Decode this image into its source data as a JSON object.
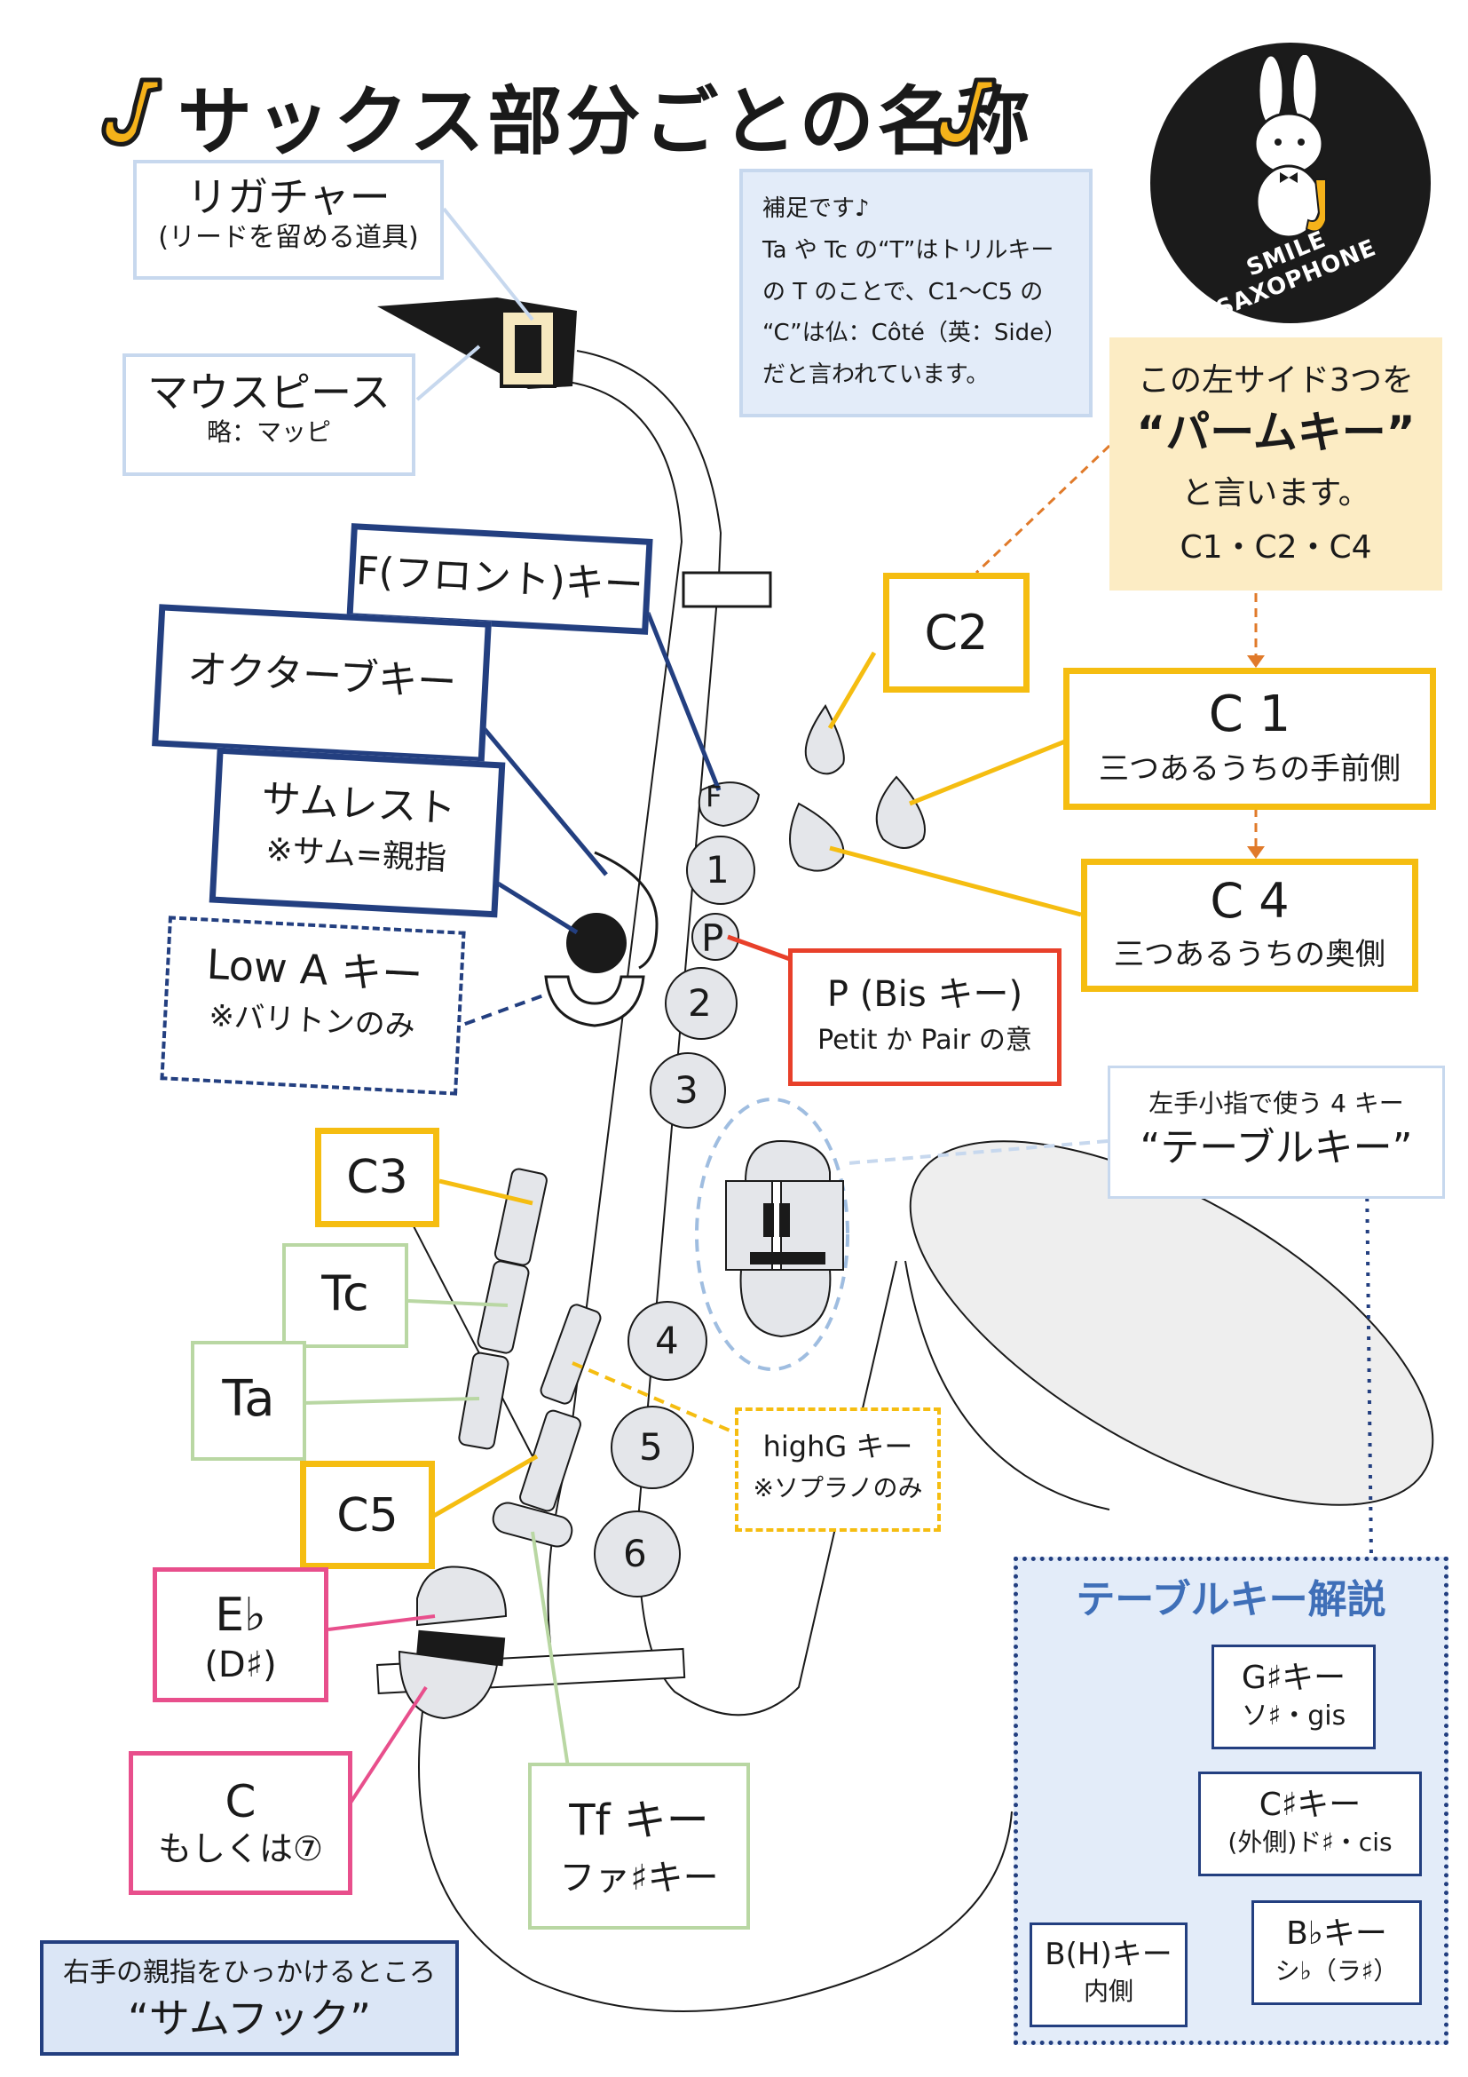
{
  "title": "サックス部分ごとの名称",
  "logo": {
    "text": "SMILE SAXOPHONE",
    "icon": "rabbit-playing-saxophone"
  },
  "labels": {
    "ligature": {
      "title": "リガチャー",
      "sub": "(リードを留める道具)"
    },
    "mouthpiece": {
      "title": "マウスピース",
      "sub": "略：マッピ"
    },
    "f_key": {
      "title": "F(フロント)キー"
    },
    "octave_key": {
      "title": "オクターブキー"
    },
    "thumb_rest": {
      "title": "サムレスト",
      "sub": "※サム=親指"
    },
    "low_a": {
      "title": "Low A キー",
      "sub": "※バリトンのみ"
    },
    "c3": {
      "title": "C3"
    },
    "tc": {
      "title": "Tc"
    },
    "ta": {
      "title": "Ta"
    },
    "c5": {
      "title": "C5"
    },
    "eb": {
      "title": "E♭",
      "sub": "(D♯)"
    },
    "c": {
      "title": "C",
      "sub": "もしくは⑦"
    },
    "tf": {
      "title": "Tf キー",
      "sub": "ファ♯キー"
    },
    "c2": {
      "title": "C2"
    },
    "c1": {
      "title": "C 1",
      "sub": "三つあるうちの手前側"
    },
    "c4": {
      "title": "C 4",
      "sub": "三つあるうちの奥側"
    },
    "p_key": {
      "title": "P (Bis キー)",
      "sub": "Petit か Pair の意"
    },
    "high_g": {
      "title": "highG キー",
      "sub": "※ソプラノのみ"
    },
    "table_keys": {
      "sub": "左手小指で使う 4 キー",
      "title": "“テーブルキー”"
    },
    "thumb_hook": {
      "sub": "右手の親指をひっかけるところ",
      "title": "“サムフック”"
    }
  },
  "note": {
    "lines": [
      "補足です♪",
      "Ta や Tc の“T”はトリルキー",
      "の T のことで、C1～C5 の",
      "“C”は仏：Côté（英：Side）",
      "だと言われています。"
    ]
  },
  "palm_note": {
    "line1": "この左サイド3つを",
    "line2": "“パームキー”",
    "line3": "と言います。",
    "line4": "C1・C2・C4"
  },
  "key_marks": {
    "f": "F",
    "one": "1",
    "p": "P",
    "two": "2",
    "three": "3",
    "four": "4",
    "five": "5",
    "six": "6"
  },
  "table_panel": {
    "title": "テーブルキー解説",
    "g_sharp": {
      "title": "G♯キー",
      "sub": "ソ♯・gis"
    },
    "c_sharp": {
      "title": "C♯キー",
      "sub": "(外側)ド♯・cis"
    },
    "b": {
      "title": "B(H)キー",
      "sub": "内側"
    },
    "b_flat": {
      "title": "B♭キー",
      "sub": "シ♭（ラ♯）"
    }
  },
  "colors": {
    "navy": "#233f80",
    "yellow": "#f5bd11",
    "green": "#b9d7a3",
    "pink": "#e84f8c",
    "red": "#e8402a",
    "light_blue": "#c7d8ee",
    "key_fill": "#e4e6ea",
    "palm_bg": "#fcecc4",
    "orange_arrow": "#e07a2a"
  }
}
